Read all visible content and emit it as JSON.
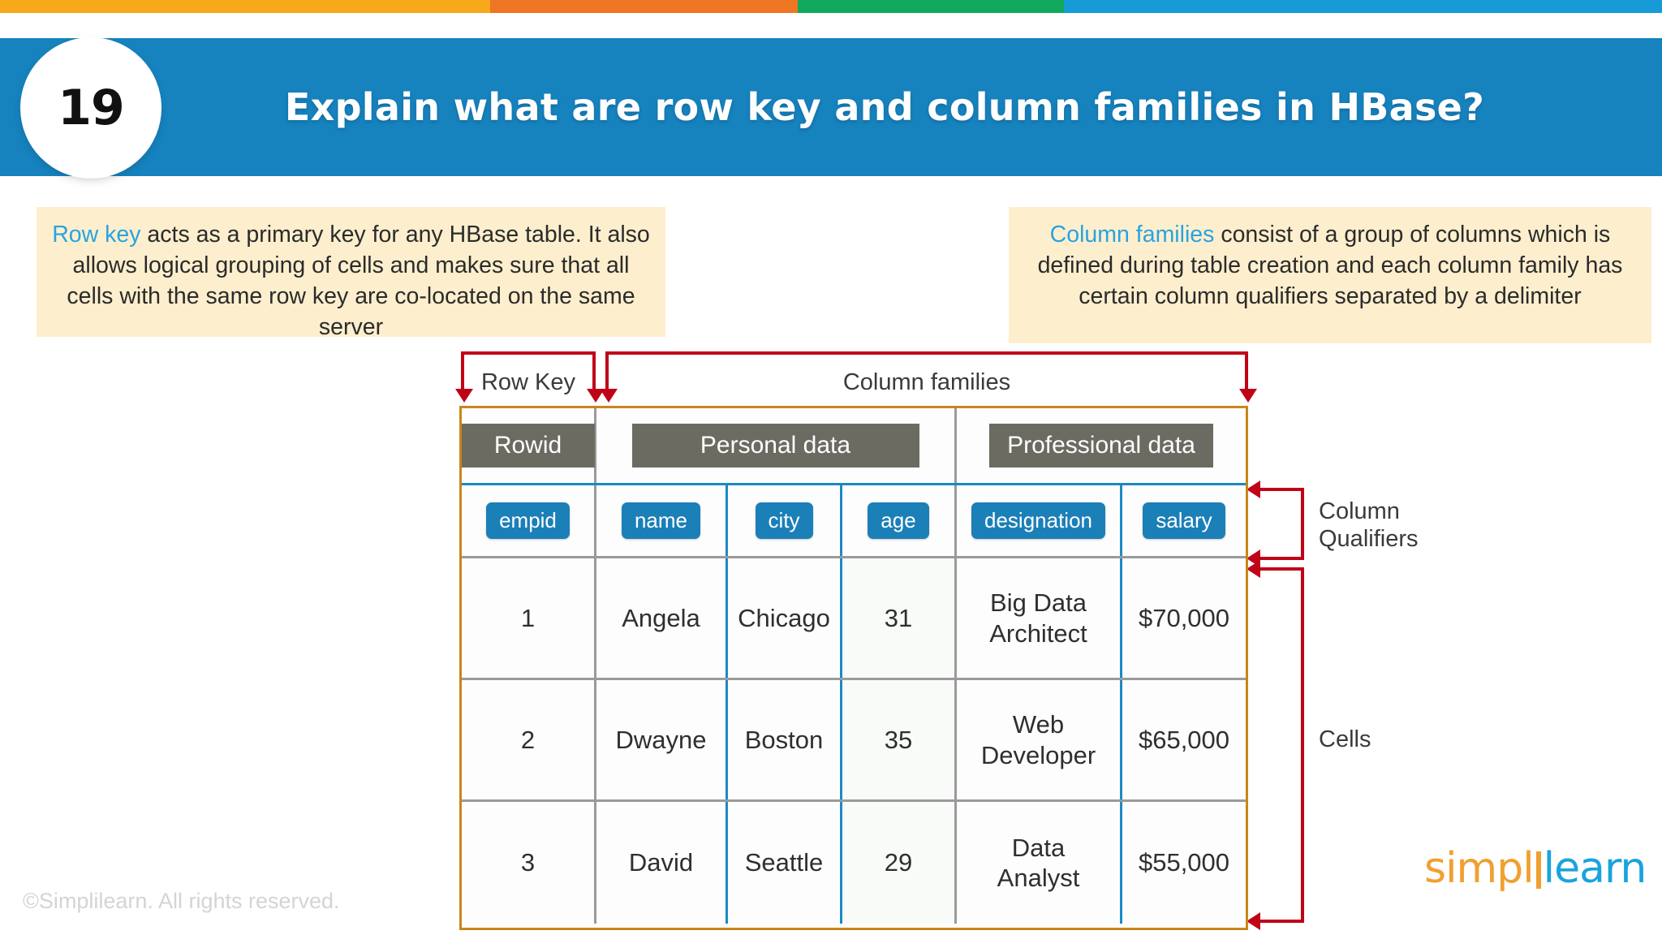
{
  "topbar": {
    "segments": [
      {
        "name": "amber",
        "color": "#f7a81b",
        "width_pct": 29.5
      },
      {
        "name": "orange",
        "color": "#ef7622",
        "width_pct": 18.5
      },
      {
        "name": "green",
        "color": "#11a85e",
        "width_pct": 16.0
      },
      {
        "name": "blue",
        "color": "#179bd7",
        "width_pct": 36.0
      }
    ]
  },
  "header": {
    "number": "19",
    "title": "Explain what are row key and column families in HBase?",
    "band_color": "#1682be"
  },
  "callouts": {
    "left": {
      "highlight": "Row key",
      "text": " acts as a primary key for any HBase table. It also allows logical grouping of cells and makes sure that all cells with the same row key are co-located on the same server"
    },
    "right": {
      "highlight": "Column families",
      "text": " consist of a group of columns which is defined during table creation and each column family has certain column qualifiers separated by a delimiter"
    },
    "highlight_color": "#29a3e0",
    "background": "#fdefcd"
  },
  "annotations": {
    "row_key": "Row Key",
    "column_families": "Column families",
    "column_qualifiers": "Column\nQualifiers",
    "column_qualifiers_line1": "Column",
    "column_qualifiers_line2": "Qualifiers",
    "cells": "Cells",
    "arrow_color": "#c00418"
  },
  "table": {
    "border_color": "#c8861a",
    "family_row": [
      {
        "label": "Rowid",
        "span": "rowkey"
      },
      {
        "label": "Personal data",
        "span": "personal"
      },
      {
        "label": "Professional data",
        "span": "professional"
      }
    ],
    "qualifiers": [
      "empid",
      "name",
      "city",
      "age",
      "designation",
      "salary"
    ],
    "rows": [
      {
        "empid": "1",
        "name": "Angela",
        "city": "Chicago",
        "age": "31",
        "designation": "Big Data Architect",
        "salary": "$70,000"
      },
      {
        "empid": "2",
        "name": "Dwayne",
        "city": "Boston",
        "age": "35",
        "designation": "Web Developer",
        "salary": "$65,000"
      },
      {
        "empid": "3",
        "name": "David",
        "city": "Seattle",
        "age": "29",
        "designation": "Data Analyst",
        "salary": "$55,000"
      }
    ]
  },
  "footer": {
    "copyright": "©Simplilearn. All rights reserved.",
    "logo_part1": "simpl",
    "logo_part2": "learn"
  }
}
